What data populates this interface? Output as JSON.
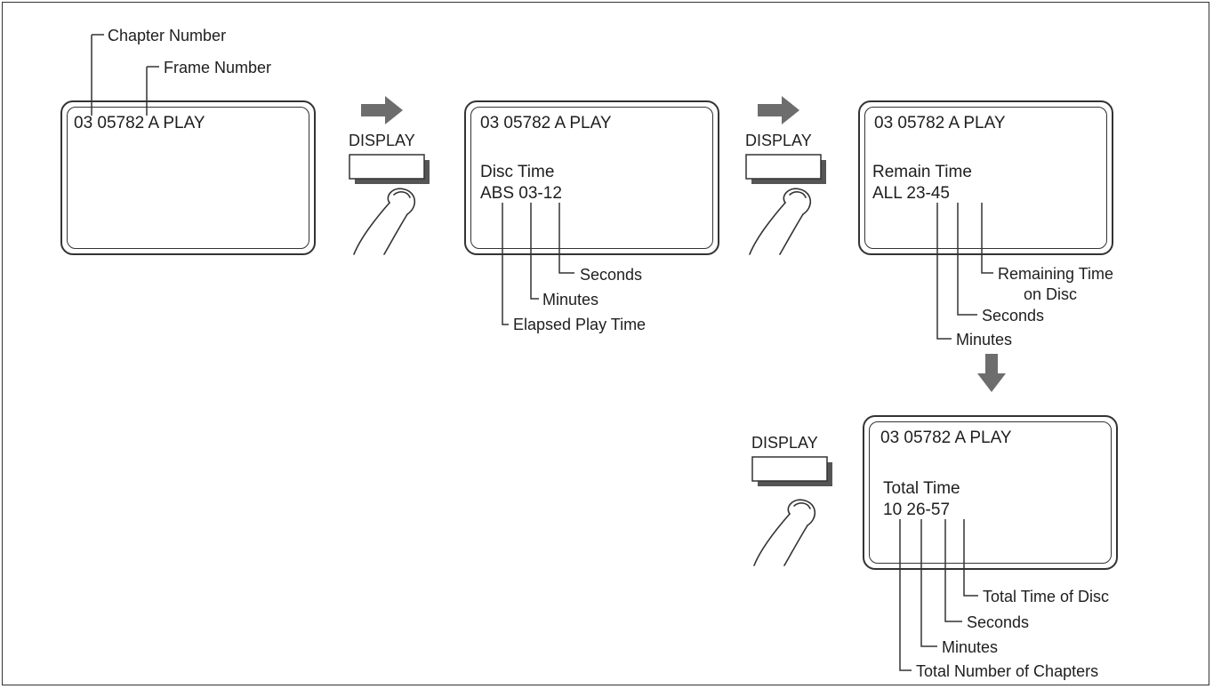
{
  "screen1": {
    "line1": "03 05782   A PLAY"
  },
  "screen2": {
    "line1": "03 05782   A PLAY",
    "line2": "Disc Time",
    "line3": "ABS 03-12"
  },
  "screen3": {
    "line1": "03 05782   A PLAY",
    "line2": "Remain Time",
    "line3": "ALL 23-45"
  },
  "screen4": {
    "line1": "03 05782   A PLAY",
    "line2": "Total Time",
    "line3": "10 26-57"
  },
  "buttons": {
    "display_label": "DISPLAY"
  },
  "labels": {
    "chapter_number": "Chapter Number",
    "frame_number": "Frame Number",
    "s2_seconds": "Seconds",
    "s2_minutes": "Minutes",
    "s2_elapsed": "Elapsed Play Time",
    "s3_remaining_line1": "Remaining Time",
    "s3_remaining_line2": "on Disc",
    "s3_seconds": "Seconds",
    "s3_minutes": "Minutes",
    "s4_total_time": "Total Time of Disc",
    "s4_seconds": "Seconds",
    "s4_minutes": "Minutes",
    "s4_total_chapters": "Total Number of Chapters"
  },
  "colors": {
    "arrow": "#6d6d6d",
    "ink": "#333333"
  }
}
